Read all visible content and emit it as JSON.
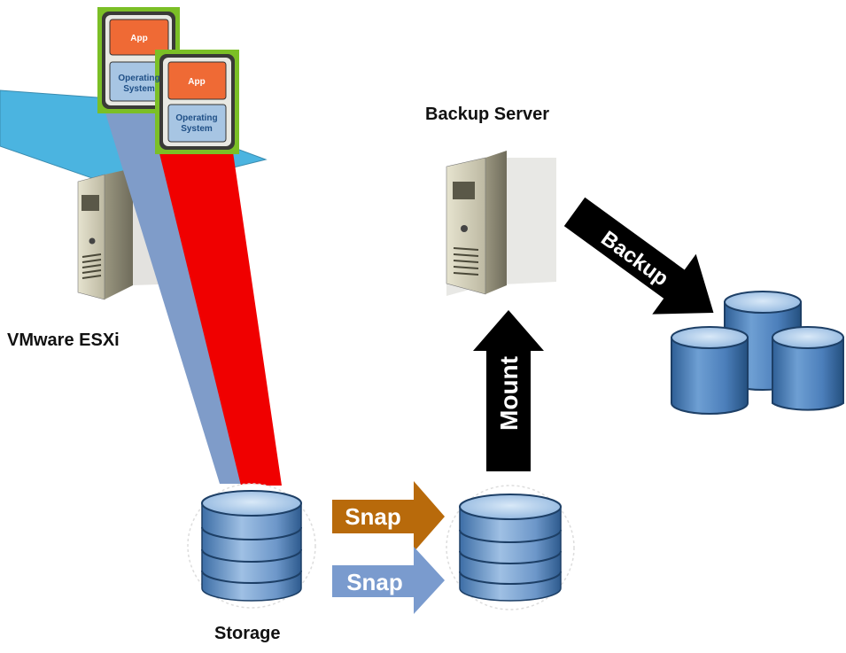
{
  "labels": {
    "esxi": "VMware ESXi",
    "backup_server": "Backup Server",
    "storage": "Storage"
  },
  "vms": [
    {
      "app": "App",
      "os_line1": "Operating",
      "os_line2": "System"
    },
    {
      "app": "App",
      "os_line1": "Operating",
      "os_line2": "System"
    }
  ],
  "arrows": {
    "snap_1": "Snap",
    "snap_2": "Snap",
    "mount": "Mount",
    "backup": "Backup"
  },
  "colors": {
    "vm_border": "#7bbf26",
    "app_box": "#ef6a35",
    "os_box": "#a7c5e3",
    "beam_blue": "#7f9cc9",
    "beam_red": "#f00000",
    "platform": "#4bb4e0",
    "snap_brown": "#b86a0b",
    "snap_blue": "#7a9bce",
    "arrow_black": "#000000",
    "storage_blue": "#5b8fc7"
  }
}
